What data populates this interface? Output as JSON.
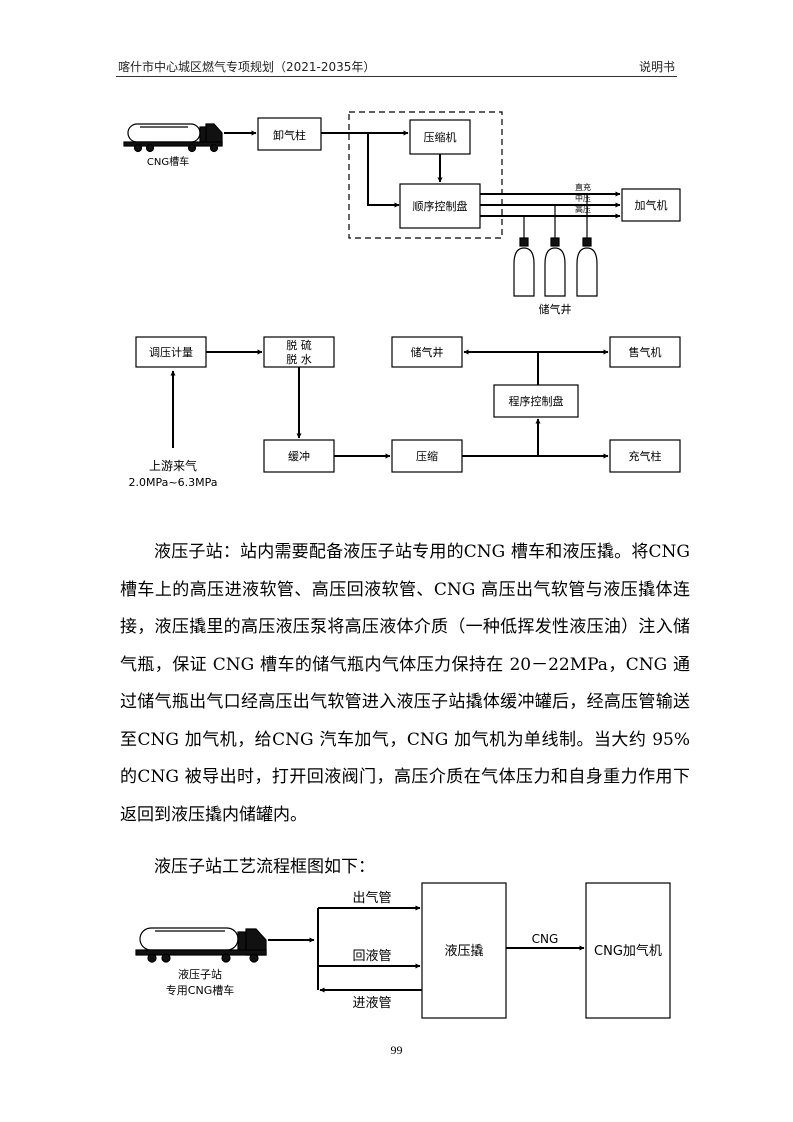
{
  "header": {
    "title": "喀什市中心城区燃气专项规划（2021-2035年）",
    "section": "说明书"
  },
  "diagram1": {
    "truck_label": "CNG槽车",
    "unload_post": "卸气柱",
    "compressor": "压缩机",
    "sequence_panel": "顺序控制盘",
    "dispenser": "加气机",
    "line_direct": "直充",
    "line_mid": "中压",
    "line_high": "高压",
    "storage_well": "储气井"
  },
  "diagram2": {
    "regulate_meter": "调压计量",
    "desulfur_line1": "脱  硫",
    "desulfur_line2": "脱  水",
    "buffer": "缓冲",
    "compress": "压缩",
    "storage_well": "储气井",
    "program_panel": "程序控制盘",
    "sell_machine": "售气机",
    "charge_post": "充气柱",
    "upstream_line1": "上游来气",
    "upstream_line2": "2.0MPa~6.3MPa"
  },
  "body": {
    "paragraph": "液压子站：站内需要配备液压子站专用的CNG 槽车和液压撬。将CNG 槽车上的高压进液软管、高压回液软管、CNG 高压出气软管与液压撬体连接，液压撬里的高压液压泵将高压液体介质（一种低挥发性液压油）注入储气瓶，保证 CNG 槽车的储气瓶内气体压力保持在 20－22MPa，CNG 通过储气瓶出气口经高压出气软管进入液压子站撬体缓冲罐后，经高压管输送至CNG 加气机，给CNG 汽车加气，CNG 加气机为单线制。当大约 95%的CNG 被导出时，打开回液阀门，高压介质在气体压力和自身重力作用下返回到液压撬内储罐内。",
    "caption": "液压子站工艺流程框图如下："
  },
  "diagram3": {
    "truck_label_line1": "液压子站",
    "truck_label_line2": "专用CNG槽车",
    "outlet_pipe": "出气管",
    "return_pipe": "回液管",
    "inlet_pipe": "进液管",
    "skid": "液压撬",
    "cng": "CNG",
    "cng_dispenser": "CNG加气机"
  },
  "footer": {
    "page_number": "99"
  }
}
